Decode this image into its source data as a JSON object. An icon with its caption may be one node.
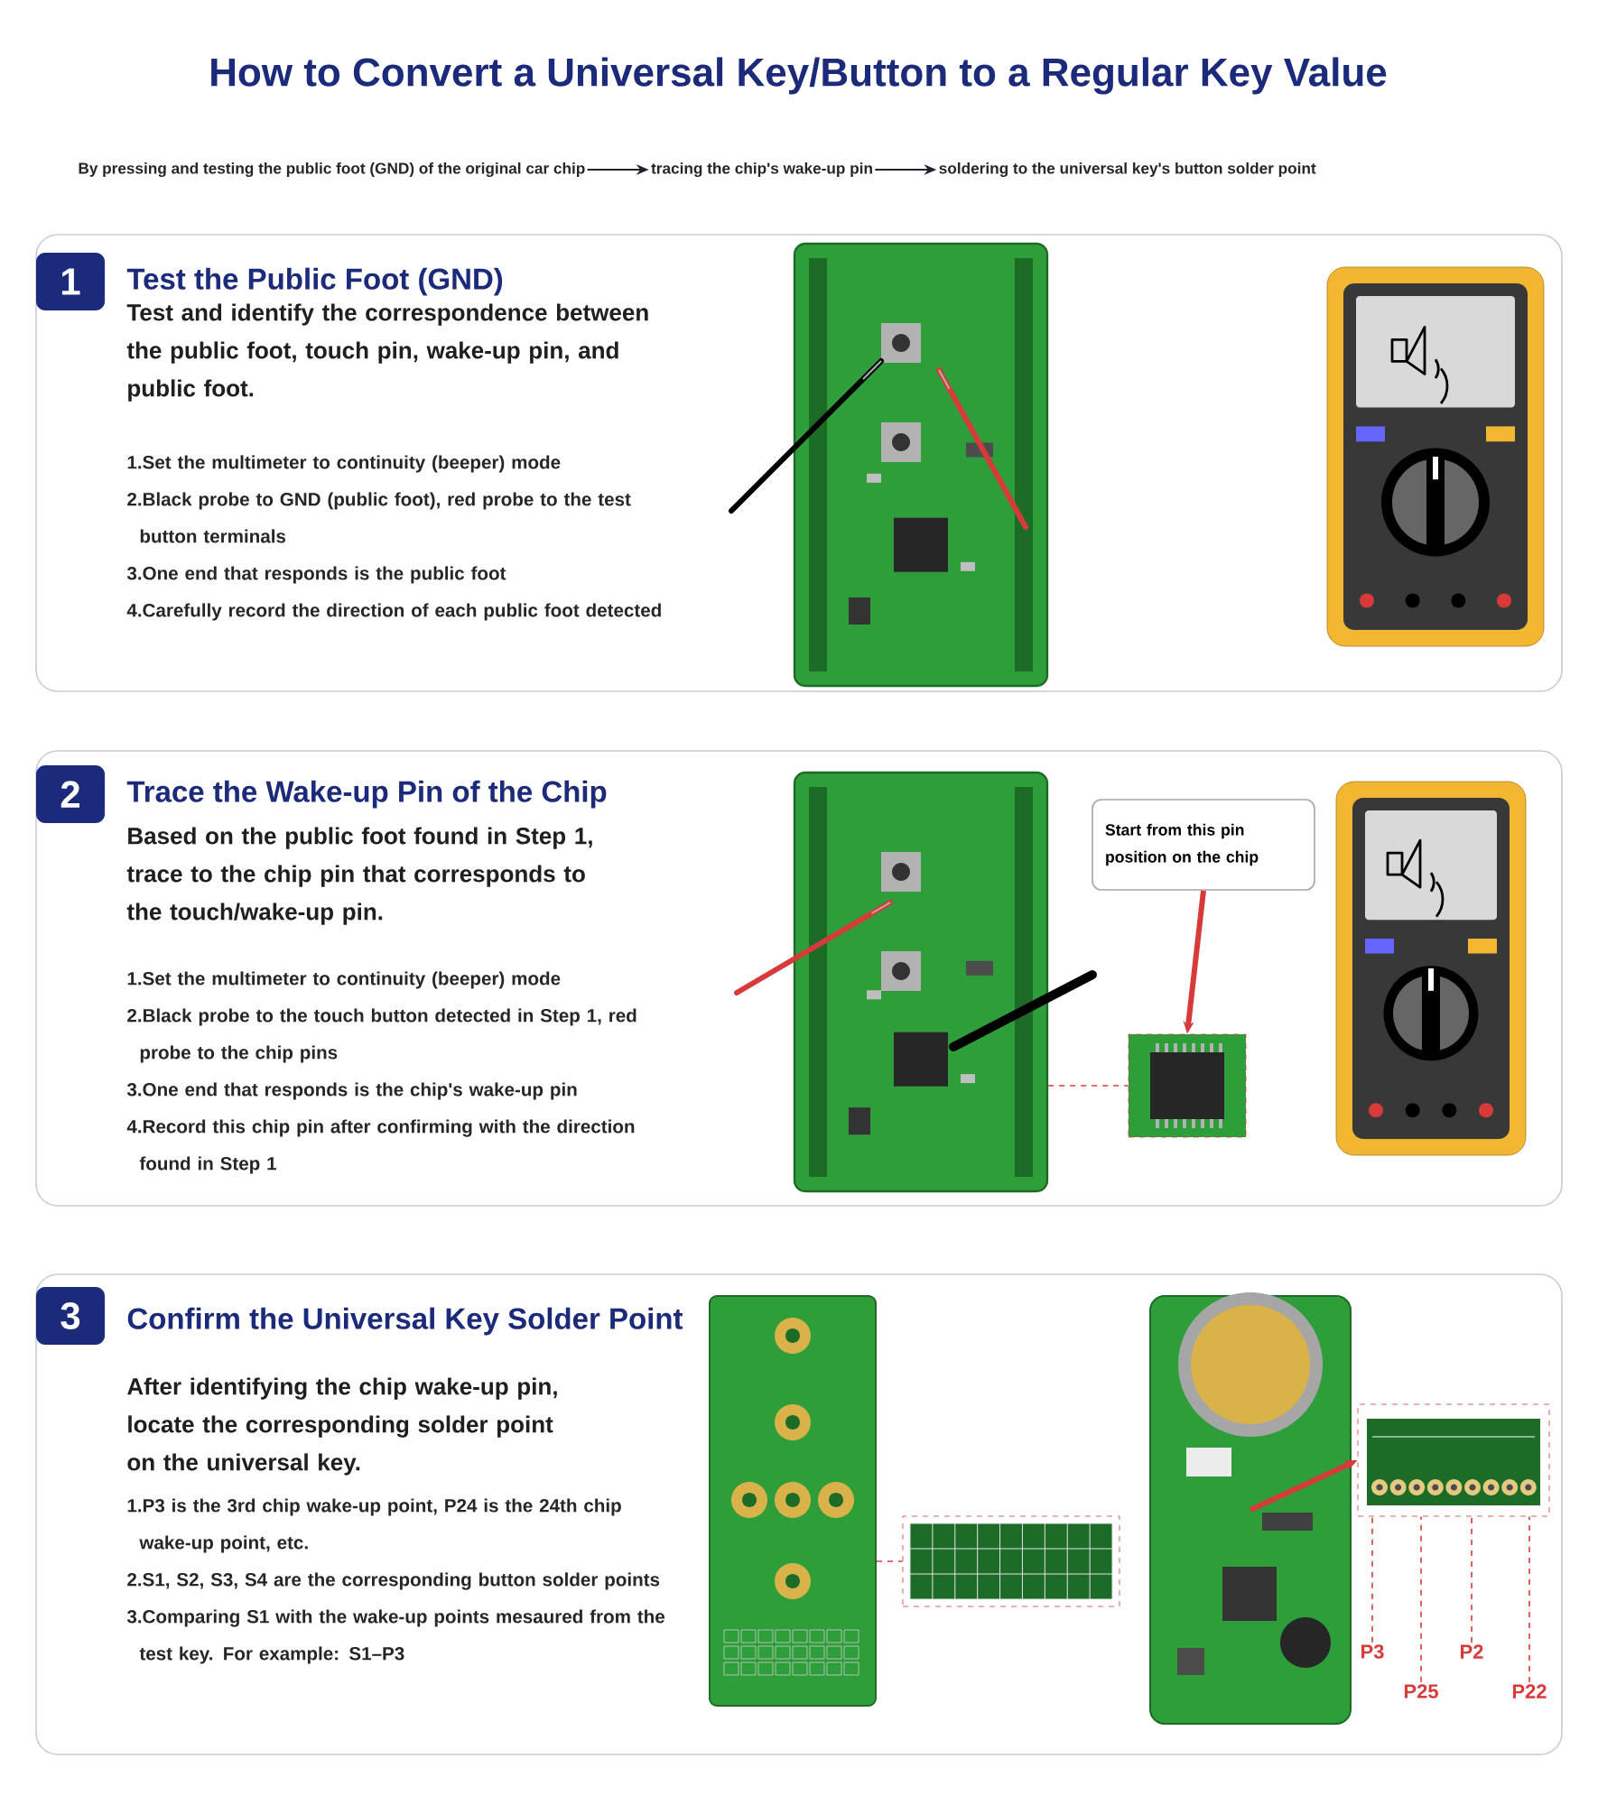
{
  "diagram": {
    "title": "How to Convert a Universal Key/Button to a Regular Key Value",
    "nodes": [
      {
        "text": [
          "By pressing and testing the public foot (GND) of the original car chip"
        ]
      },
      {
        "text": [
          "tracing the chip's wake-up pin"
        ]
      },
      {
        "text": [
          "soldering to the universal key's button solder point"
        ]
      },
      {
        "text": [
          "Test the Public Foot (GND)",
          "Test and identify the correspondence between the public foot, touch pin, wake-up pin, and public foot.",
          "1.Set the multimeter to continuity (beeper) mode",
          "2.Black probe to GND (public foot), red probe to the test button terminals",
          "3.One end that responds is the public foot",
          "4.Carefully record the direction of each public foot detected"
        ]
      },
      {
        "text": [
          "1"
        ],
        "in": 3
      },
      {
        "text": [],
        "shape": "picture",
        "in": 3
      },
      {
        "text": [],
        "shape": "picture",
        "in": 3
      },
      {
        "text": [
          "Trace the Wake-up Pin of the Chip",
          "Based on the public foot found in Step 1, trace to the chip pin that corresponds to the touch/wake-up pin.",
          "1.Set the multimeter to continuity (beeper) mode",
          "2.Black probe to the touch button detected in Step 1, red probe to the chip pins",
          "3.One end that responds is the chip's wake-up pin",
          "4.Record this chip pin after confirming with the direction found in Step 1"
        ]
      },
      {
        "text": [
          "2"
        ],
        "in": 7
      },
      {
        "text": [],
        "shape": "picture",
        "in": 7
      },
      {
        "text": [
          "Start from this pin position on the chip"
        ],
        "in": 7
      },
      {
        "text": [],
        "shape": "picture",
        "in": 7
      },
      {
        "text": [],
        "shape": "picture",
        "in": 7
      },
      {
        "text": [
          "Confirm the Universal Key Solder Point",
          "After identifying the chip wake-up pin, locate the corresponding solder point on the universal key.",
          "1.P3 is the 3rd chip wake-up point, P24 is the 24th chip wake-up point, etc.",
          "2.S1, S2, S3, S4 are the corresponding button solder points",
          "3.Comparing S1 with the wake-up points mesaured from the test key. For example: S1–P3"
        ]
      },
      {
        "text": [
          "3"
        ],
        "in": 13
      },
      {
        "text": [],
        "shape": "picture",
        "in": 13
      },
      {
        "text": [],
        "shape": "picture",
        "in": 13
      },
      {
        "text": [],
        "shape": "picture",
        "in": 13
      },
      {
        "text": [],
        "shape": "picture",
        "in": 13
      },
      {
        "text": [
          "P3"
        ],
        "in": 13
      },
      {
        "text": [
          "P25"
        ],
        "in": 13
      },
      {
        "text": [
          "P2"
        ],
        "in": 13
      },
      {
        "text": [
          "P22"
        ],
        "in": 13
      }
    ],
    "edges": [
      {
        "from": 0,
        "to": 1,
        "arrow": "to",
        "color": "#1f2233"
      },
      {
        "from": 1,
        "to": 2,
        "arrow": "to",
        "color": "#1f2233"
      },
      {
        "from": 9,
        "to": 11,
        "arrow": "none",
        "style": "dashed"
      },
      {
        "from": 10,
        "to": 11,
        "arrow": "to",
        "style": "thick"
      },
      {
        "from": 15,
        "to": 16,
        "arrow": "none",
        "style": "dashed"
      },
      {
        "from": 17,
        "to": 18,
        "arrow": "to",
        "style": "thick"
      },
      {
        "from": 19,
        "to": 18,
        "arrow": "none",
        "style": "dashed"
      },
      {
        "from": 20,
        "to": 18,
        "arrow": "none",
        "style": "dashed"
      },
      {
        "from": 21,
        "to": 18,
        "arrow": "none",
        "style": "dashed"
      },
      {
        "from": 22,
        "to": 18,
        "arrow": "none",
        "style": "dashed"
      }
    ]
  }
}
